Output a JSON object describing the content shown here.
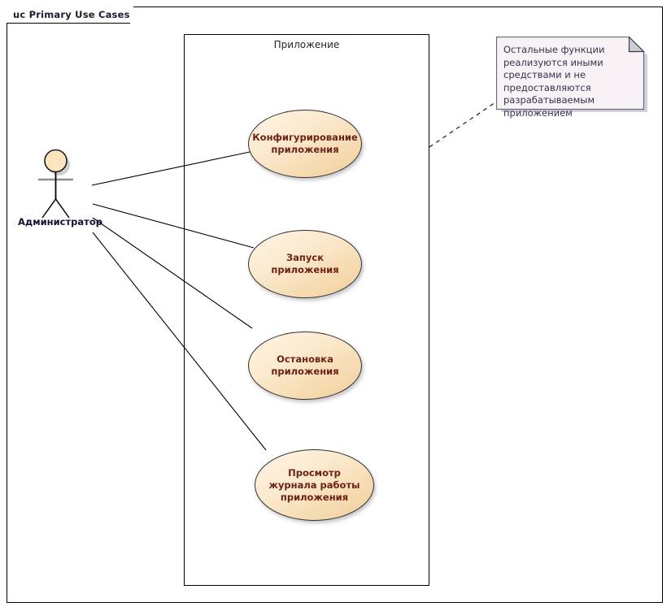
{
  "diagram": {
    "frame_label": "uc Primary Use Cases",
    "boundary_label": "Приложение",
    "actor": {
      "name": "Администратор",
      "icon": "actor-stick-figure"
    },
    "use_cases": [
      {
        "id": "configure",
        "label": "Конфигурирование приложения"
      },
      {
        "id": "start",
        "label": "Запуск приложения"
      },
      {
        "id": "stop",
        "label": "Остановка приложения"
      },
      {
        "id": "viewlog",
        "label": "Просмотр журнала работы приложения"
      }
    ],
    "note": {
      "text": "Остальные функции реализуются иными средствами и не предоставляются разрабатываемым приложением"
    },
    "colors": {
      "usecase_fill_light": "#fdf3e4",
      "usecase_fill_dark": "#f0cd98",
      "usecase_stroke": "#31302e",
      "usecase_text": "#6b2316",
      "note_fill": "#f7f2f6",
      "note_stroke": "#6b6b78",
      "line": "#000000",
      "frame_stroke": "#000000"
    }
  }
}
